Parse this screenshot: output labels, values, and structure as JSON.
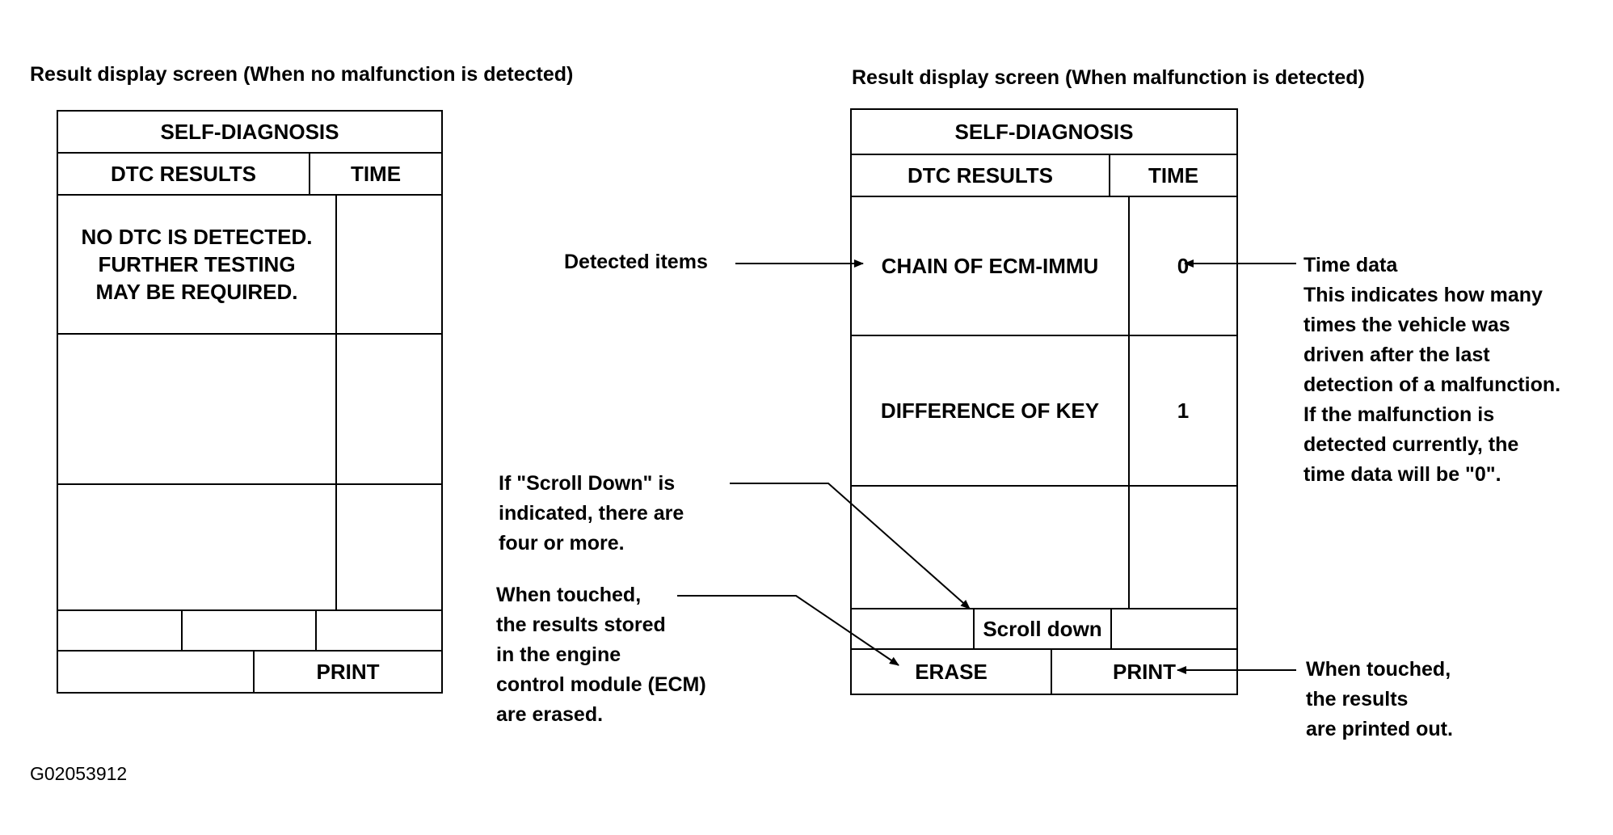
{
  "left": {
    "caption": "Result display screen (When no malfunction is detected)",
    "header": "SELF-DIAGNOSIS",
    "col_dtc": "DTC RESULTS",
    "col_time": "TIME",
    "message": "NO DTC IS DETECTED.\nFURTHER TESTING\nMAY BE REQUIRED.",
    "print": "PRINT"
  },
  "right": {
    "caption": "Result display screen (When malfunction is detected)",
    "header": "SELF-DIAGNOSIS",
    "col_dtc": "DTC RESULTS",
    "col_time": "TIME",
    "rows": [
      {
        "item": "CHAIN OF ECM-IMMU",
        "time": "0"
      },
      {
        "item": "DIFFERENCE OF KEY",
        "time": "1"
      }
    ],
    "scroll": "Scroll down",
    "erase": "ERASE",
    "print": "PRINT"
  },
  "callouts": {
    "detected_items": "Detected items",
    "time_data_lines": [
      "Time data",
      "This indicates how many",
      "times the vehicle was",
      "driven after the last",
      "detection of a malfunction.",
      "If the malfunction is",
      "detected currently, the",
      "time data will be \"0\"."
    ],
    "scroll_lines": [
      "If \"Scroll Down\" is",
      "indicated, there are",
      "four or more."
    ],
    "erase_lines": [
      "When touched,",
      "the results stored",
      "in the engine",
      "control module (ECM)",
      "are erased."
    ],
    "print_lines": [
      "When touched,",
      "the results",
      "are printed out."
    ]
  },
  "figure_id": "G02053912"
}
